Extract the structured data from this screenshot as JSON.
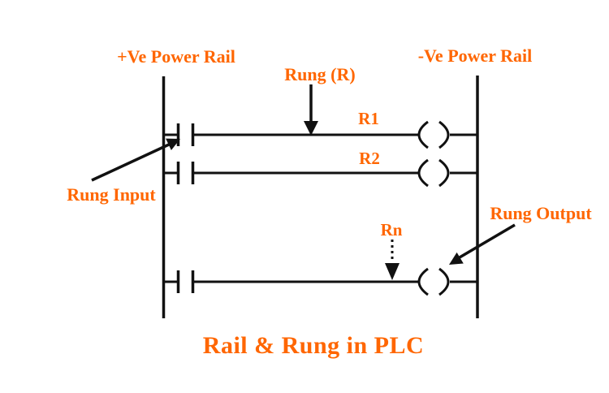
{
  "diagram": {
    "title": "Rail & Rung in PLC",
    "rails": {
      "left_label": "+Ve Power Rail",
      "right_label": "-Ve Power Rail"
    },
    "annotations": {
      "rung_pointer": "Rung (R)",
      "rung_input": "Rung Input",
      "rung_output": "Rung Output"
    },
    "rungs": [
      {
        "label": "R1"
      },
      {
        "label": "R2"
      },
      {
        "label": "Rn"
      }
    ],
    "symbols": {
      "contact": "open-contact-symbol",
      "coil": "output-coil-symbol"
    },
    "colors": {
      "text_orange": "#FF6600",
      "line_black": "#111111",
      "background": "#FFFFFF"
    }
  }
}
